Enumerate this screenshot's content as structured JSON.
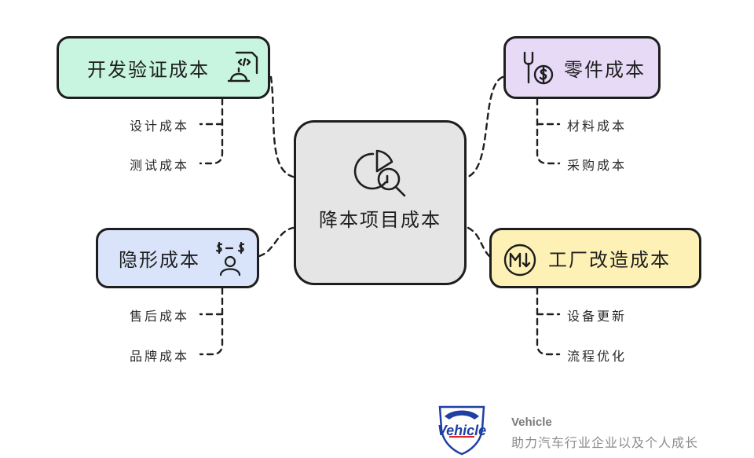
{
  "center": {
    "label": "降本项目成本",
    "icon": "pie-chart-search-icon"
  },
  "branches": [
    {
      "label": "开发验证成本",
      "icon": "code-document-hardhat-icon",
      "color": "#c8f5df",
      "children": [
        "设计成本",
        "测试成本"
      ]
    },
    {
      "label": "零件成本",
      "icon": "wrench-dollar-icon",
      "color": "#e6daf7",
      "children": [
        "材料成本",
        "采购成本"
      ]
    },
    {
      "label": "隐形成本",
      "icon": "person-dollar-icon",
      "color": "#d9e3fa",
      "children": [
        "售后成本",
        "品牌成本"
      ]
    },
    {
      "label": "工厂改造成本",
      "icon": "m-down-arrow-icon",
      "color": "#fdf1b5",
      "children": [
        "设备更新",
        "流程优化"
      ]
    }
  ],
  "brand": {
    "logo_text": "Vehicle",
    "name": "Vehicle",
    "slogan": "助力汽车行业企业以及个人成长"
  }
}
